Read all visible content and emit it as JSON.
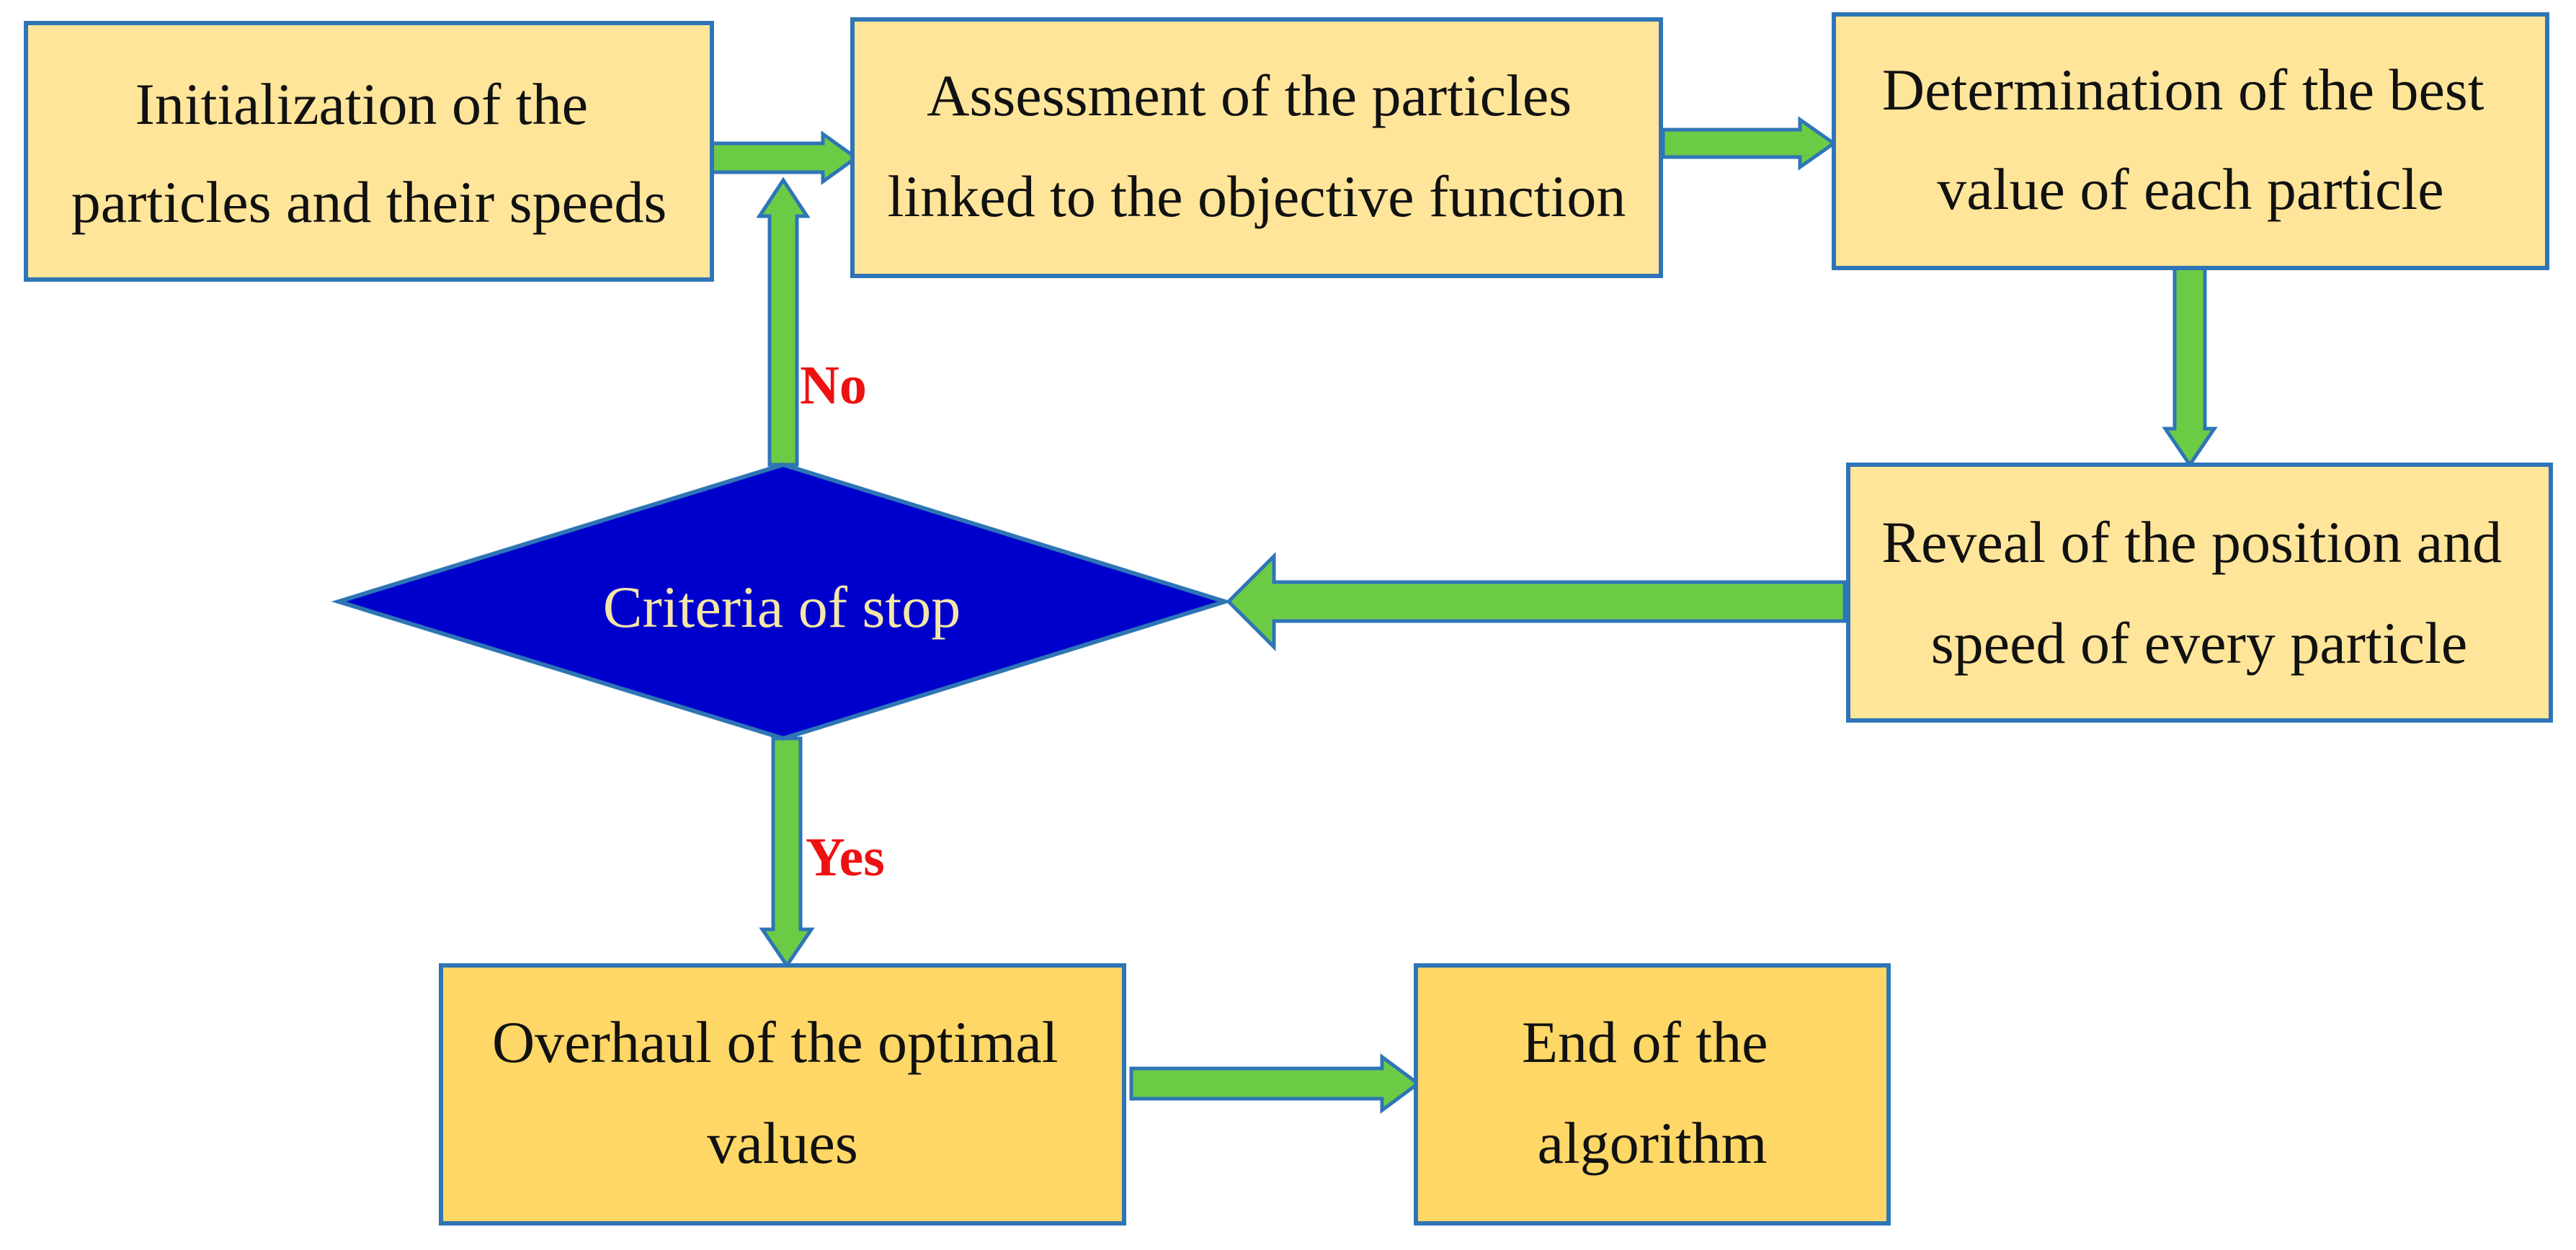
{
  "nodes": [
    {
      "id": "init",
      "lines": [
        "Initialization of the",
        "particles and their speeds"
      ],
      "fill": "#ffe59a"
    },
    {
      "id": "assess",
      "lines": [
        "Assessment of the particles",
        "linked to the objective function"
      ],
      "fill": "#ffe59a"
    },
    {
      "id": "best",
      "lines": [
        "Determination of the best",
        "value of each particle"
      ],
      "fill": "#ffe59a"
    },
    {
      "id": "reveal",
      "lines": [
        "Reveal of the position and",
        "speed of every particle"
      ],
      "fill": "#ffe59a"
    },
    {
      "id": "overhaul",
      "lines": [
        "Overhaul of the optimal",
        "values"
      ],
      "fill": "#ffd766"
    },
    {
      "id": "end",
      "lines": [
        "End of the",
        "algorithm"
      ],
      "fill": "#ffd766"
    }
  ],
  "decision": {
    "id": "criteria",
    "label": "Criteria of stop",
    "fill": "#0000cc"
  },
  "edge_labels": {
    "no": "No",
    "yes": "Yes"
  },
  "colors": {
    "box_border": "#2e75b6",
    "arrow_fill": "#6ccb45",
    "arrow_stroke": "#2e75b6",
    "label_red": "#ee1111"
  }
}
